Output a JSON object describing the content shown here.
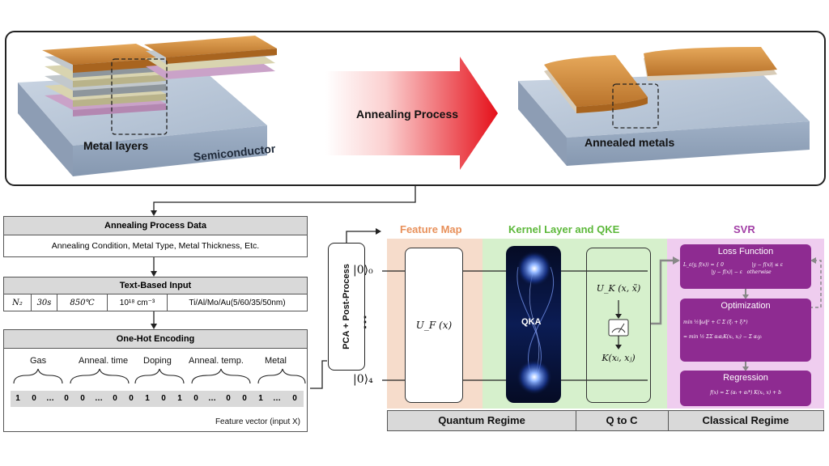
{
  "top_panel": {
    "metal_layers_label": "Metal layers",
    "semiconductor_label": "Semiconductor",
    "annealing_process_label": "Annealing Process",
    "annealed_metals_label": "Annealed metals"
  },
  "data_pipeline": {
    "annealing_process_data": {
      "title": "Annealing Process Data",
      "description": "Annealing Condition, Metal Type, Metal Thickness, Etc."
    },
    "text_based_input": {
      "title": "Text-Based Input",
      "cells": [
        "N₂",
        "30s",
        "850℃",
        "10¹⁸ cm⁻³",
        "Ti/Al/Mo/Au(5/60/35/50nm)"
      ]
    },
    "one_hot_encoding": {
      "title": "One-Hot Encoding",
      "groups": [
        "Gas",
        "Anneal. time",
        "Doping",
        "Anneal. temp.",
        "Metal"
      ],
      "bits": [
        "1",
        "0",
        "…",
        "0",
        "0",
        "…",
        "0",
        "0",
        "1",
        "0",
        "1",
        "0",
        "…",
        "0",
        "0",
        "1",
        "…",
        "0"
      ],
      "caption": "Feature vector (input X)"
    }
  },
  "pca_label": "PCA + Post-Process",
  "quantum_circuit": {
    "feature_map_title": "Feature Map",
    "kernel_title": "Kernel Layer and QKE",
    "svr_title": "SVR",
    "qubit_top": "|0⟩₀",
    "qubit_dots": "⋮",
    "qubit_bottom": "|0⟩₄",
    "uf_gate": "U_F (x)",
    "qka_label": "QKA",
    "uk_gate": "U_K (x, x̃)",
    "kernel_out": "K(xᵢ, xⱼ)",
    "colors": {
      "feature_map": "#f6dccb",
      "kernel": "#d6f0cc",
      "svr": "#efcdef",
      "feature_map_title": "#e8905a",
      "kernel_title": "#5cb83a",
      "svr_title": "#a23fa6",
      "svr_box": "#8e2b91"
    }
  },
  "svr": {
    "loss_function": {
      "title": "Loss Function",
      "formula_1": "L_ε(y, f(x)) = { 0                  |y − f(x)| ≤ ε",
      "formula_2": "                  |y − f(x)| − ε   otherwise"
    },
    "optimization": {
      "title": "Optimization",
      "formula_1": "min ½‖ω‖² + C Σ (ξᵢ + ξᵢ*)",
      "formula_2": "= min ½ ΣΣ αᵢαⱼK(xᵢ, xⱼ) − Σ αᵢyᵢ"
    },
    "regression": {
      "title": "Regression",
      "formula": "f(x) = Σ (αᵢ + αᵢ*) K(xᵢ, x) + b"
    }
  },
  "regimes": {
    "quantum": "Quantum Regime",
    "q_to_c": "Q to C",
    "classical": "Classical Regime"
  }
}
